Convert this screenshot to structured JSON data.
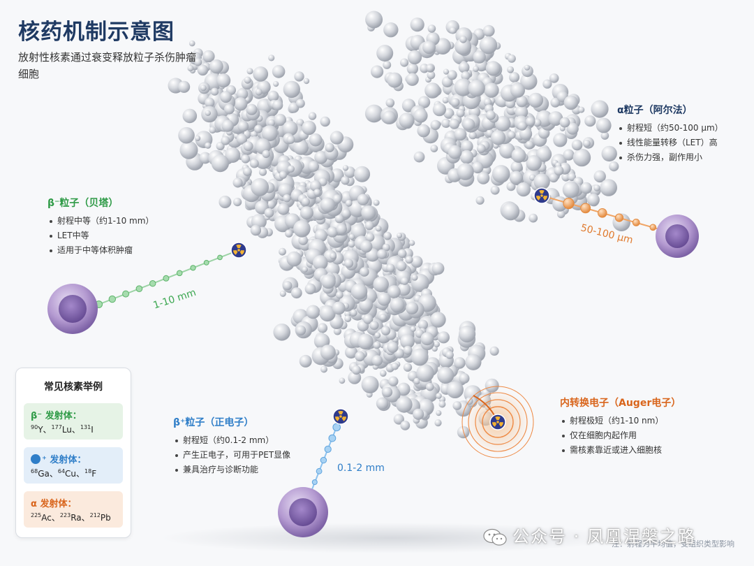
{
  "title": "核药机制示意图",
  "subtitle": "放射性核素通过衰变释放粒子杀伤肿瘤细胞",
  "alpha": {
    "title": "α粒子（阿尔法）",
    "items": [
      "射程短（约50-100 μm）",
      "线性能量转移（LET）高",
      "杀伤力强，副作用小"
    ],
    "range": "50-100 μm",
    "color": "#e07a2e"
  },
  "beta_minus": {
    "title": "β⁻粒子（贝塔）",
    "items": [
      "射程中等（约1-10 mm）",
      "LET中等",
      "适用于中等体积肿瘤"
    ],
    "range": "1-10 mm",
    "color": "#3aa64f"
  },
  "beta_plus": {
    "title": "β⁺粒子（正电子）",
    "items": [
      "射程短（约0.1-2 mm）",
      "产生正电子，可用于PET显像",
      "兼具治疗与诊断功能"
    ],
    "range": "0.1-2 mm",
    "color": "#2f7ec8"
  },
  "auger": {
    "title": "内转换电子（Auger电子）",
    "items": [
      "射程极短（约1-10 nm）",
      "仅在细胞内起作用",
      "需核素靠近或进入细胞核"
    ],
    "color": "#e07a2e"
  },
  "legend": {
    "title": "常见核素举例",
    "groups": [
      {
        "label": "β⁻ 发射体：",
        "nuclides": [
          {
            "mass": "90",
            "el": "Y"
          },
          {
            "mass": "177",
            "el": "Lu"
          },
          {
            "mass": "131",
            "el": "I"
          }
        ],
        "color": "#2e9a46",
        "bg": "#e6f3e6"
      },
      {
        "label": "⁺ 发射体：",
        "nuclides": [
          {
            "mass": "68",
            "el": "Ga"
          },
          {
            "mass": "64",
            "el": "Cu"
          },
          {
            "mass": "18",
            "el": "F"
          }
        ],
        "color": "#2f7ec8",
        "bg": "#e3eef9"
      },
      {
        "label": "α 发射体：",
        "nuclides": [
          {
            "mass": "225",
            "el": "Ac"
          },
          {
            "mass": "223",
            "el": "Ra"
          },
          {
            "mass": "212",
            "el": "Pb"
          }
        ],
        "color": "#d9651c",
        "bg": "#fbeadd"
      }
    ]
  },
  "footnote": "注：射程为平均值，受组织类型影响",
  "watermark": "公众号 · 凤凰涅槃之路",
  "icons": {
    "radiation": "radiation-icon",
    "wechat": "wechat-icon"
  }
}
